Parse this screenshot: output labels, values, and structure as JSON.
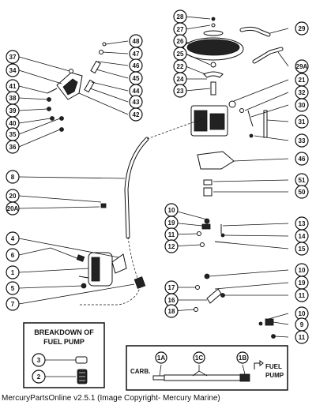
{
  "callouts": {
    "c28": "28",
    "c27": "27",
    "c26": "26",
    "c25": "25",
    "c22": "22",
    "c24": "24",
    "c23": "23",
    "c29": "29",
    "c29a": "29A",
    "c21": "21",
    "c32": "32",
    "c30": "30",
    "c31": "31",
    "c33": "33",
    "c46r": "46",
    "c51": "51",
    "c50": "50",
    "c37": "37",
    "c34": "34",
    "c41": "41",
    "c38": "38",
    "c39": "39",
    "c40": "40",
    "c35": "35",
    "c36": "36",
    "c48": "48",
    "c47": "47",
    "c46l": "46",
    "c45": "45",
    "c44": "44",
    "c43": "43",
    "c42": "42",
    "c8": "8",
    "c20": "20",
    "c20a": "20A",
    "c10a": "10",
    "c19a": "19",
    "c11a": "11",
    "c12": "12",
    "c13": "13",
    "c14": "14",
    "c15": "15",
    "c4": "4",
    "c6": "6",
    "c1": "1",
    "c5": "5",
    "c7": "7",
    "c10b": "10",
    "c17": "17",
    "c16": "16",
    "c18": "18",
    "c19b": "19",
    "c11b": "11",
    "c10c": "10",
    "c9": "9",
    "c11c": "11",
    "c3": "3",
    "c2": "2",
    "c1a": "1A",
    "c1c": "1C",
    "c1b": "1B"
  },
  "breakdown": {
    "line1": "BREAKDOWN OF",
    "line2": "FUEL PUMP"
  },
  "hose_box": {
    "carb": "CARB.",
    "fuel": "FUEL",
    "pump": "PUMP"
  },
  "footer": "MercuryPartsOnline v2.5.1 (Image Copyright- Mercury Marine)"
}
